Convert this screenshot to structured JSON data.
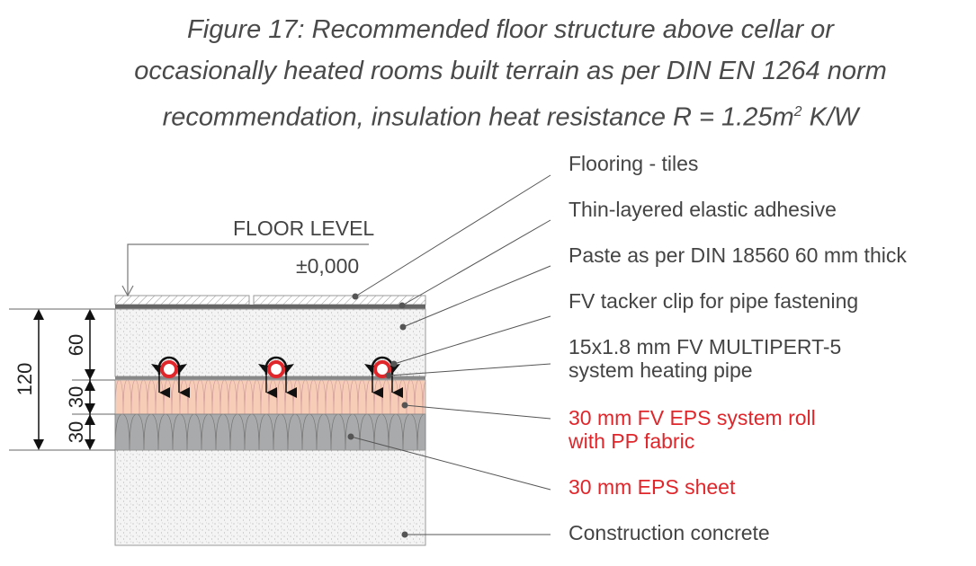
{
  "title": {
    "line1": "Figure 17: Recommended floor structure above cellar or",
    "line2": "occasionally heated rooms built terrain as per DIN EN 1264 norm",
    "line3_pre": "recommendation, insulation heat resistance R = 1.25m",
    "line3_sup": "2",
    "line3_post": " K/W"
  },
  "floor_level": {
    "label": "FLOOR LEVEL",
    "value": "±0,000"
  },
  "dimensions": {
    "total": "120",
    "screed": "60",
    "roll": "30",
    "sheet": "30"
  },
  "layers": [
    {
      "label": "Flooring - tiles"
    },
    {
      "label": "Thin-layered elastic adhesive"
    },
    {
      "label": "Paste as per DIN 18560 60 mm thick"
    },
    {
      "label": "FV tacker clip for pipe  fastening"
    },
    {
      "label": "15x1.8 mm FV MULTIPERT-5",
      "label2": "system heating pipe"
    },
    {
      "label": "30 mm FV EPS system roll",
      "label2": "with PP fabric"
    },
    {
      "label": "30 mm EPS sheet"
    },
    {
      "label": "Construction concrete"
    }
  ],
  "colors": {
    "text": "#444444",
    "highlight": "#e0262b",
    "roll": "#f7cdb8",
    "sheet": "#a9aaac",
    "pipe": "#e0262b"
  }
}
